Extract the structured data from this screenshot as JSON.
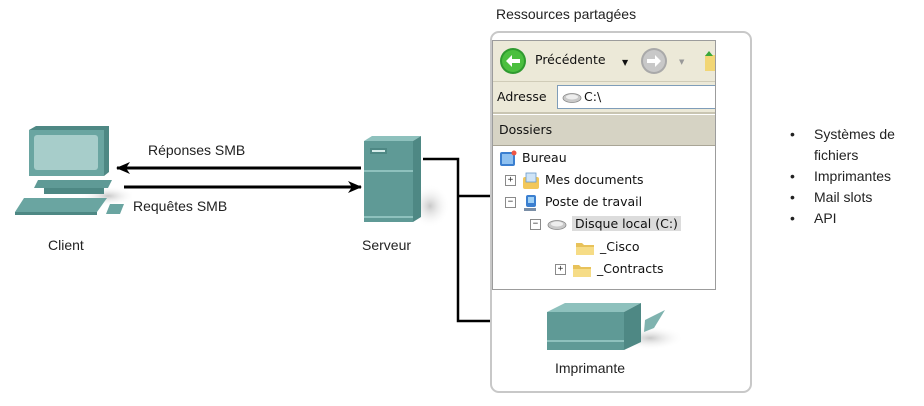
{
  "panel_title": "Ressources partagées",
  "nodes": {
    "client": "Client",
    "server": "Serveur",
    "printer": "Imprimante"
  },
  "arrows": {
    "responses": "Réponses SMB",
    "requests": "Requêtes SMB"
  },
  "explorer": {
    "back_label": "Précédente",
    "address_label": "Adresse",
    "address_value": "C:\\",
    "folders_header": "Dossiers",
    "tree": [
      {
        "label": "Bureau",
        "icon": "desktop-icon",
        "expander": ""
      },
      {
        "label": "Mes documents",
        "icon": "documents-folder-icon",
        "expander": "+"
      },
      {
        "label": "Poste de travail",
        "icon": "computer-icon",
        "expander": "−"
      },
      {
        "label": "Disque local (C:)",
        "icon": "drive-icon",
        "expander": "−",
        "selected": true
      },
      {
        "label": "_Cisco",
        "icon": "folder-icon",
        "expander": ""
      },
      {
        "label": "_Contracts",
        "icon": "folder-icon",
        "expander": "+"
      }
    ]
  },
  "resources_list": {
    "items": [
      "Systèmes de fichiers",
      "Imprimantes",
      "Mail slots",
      "API"
    ],
    "first_line": "Systèmes de",
    "first_cont": "fichiers"
  },
  "colors": {
    "device_teal": "#5f9a96",
    "device_light": "#8ec1bd",
    "back_green": "#3aa83a",
    "folder_yellow": "#f2d675"
  }
}
